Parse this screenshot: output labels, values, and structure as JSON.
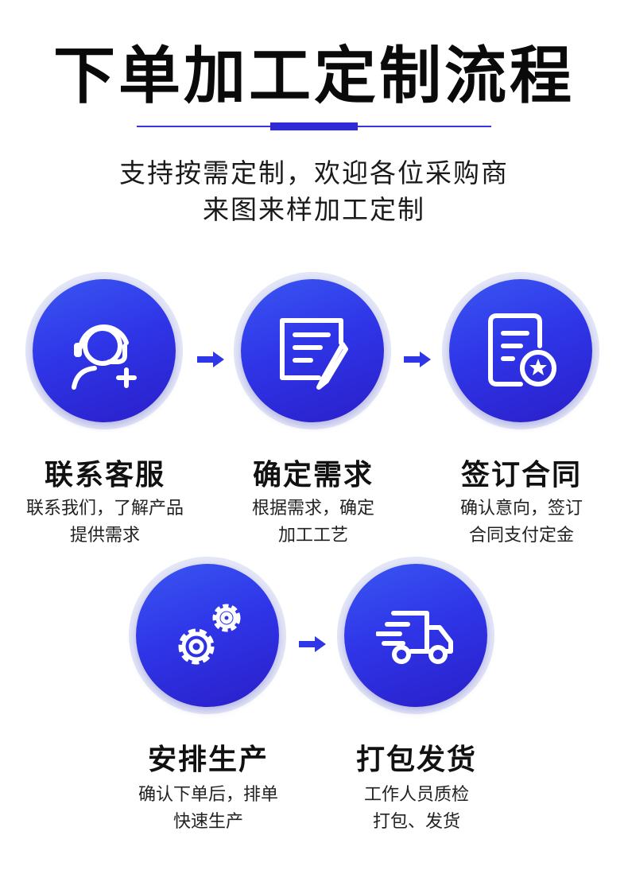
{
  "header": {
    "title": "下单加工定制流程",
    "subtitle_line1": "支持按需定制，欢迎各位采购商",
    "subtitle_line2": "来图来样加工定制"
  },
  "colors": {
    "accent": "#2f36e8",
    "accent_dark": "#2a1ec9",
    "halo": "#e3e6f7"
  },
  "steps": [
    {
      "icon": "customer-service-headset-icon",
      "title": "联系客服",
      "desc_line1": "联系我们，了解产品",
      "desc_line2": "提供需求"
    },
    {
      "icon": "document-edit-icon",
      "title": "确定需求",
      "desc_line1": "根据需求，确定",
      "desc_line2": "加工工艺"
    },
    {
      "icon": "contract-seal-icon",
      "title": "签订合同",
      "desc_line1": "确认意向，签订",
      "desc_line2": "合同支付定金"
    },
    {
      "icon": "gears-icon",
      "title": "安排生产",
      "desc_line1": "确认下单后，排单",
      "desc_line2": "快速生产"
    },
    {
      "icon": "delivery-truck-icon",
      "title": "打包发货",
      "desc_line1": "工作人员质检",
      "desc_line2": "打包、发货"
    }
  ]
}
